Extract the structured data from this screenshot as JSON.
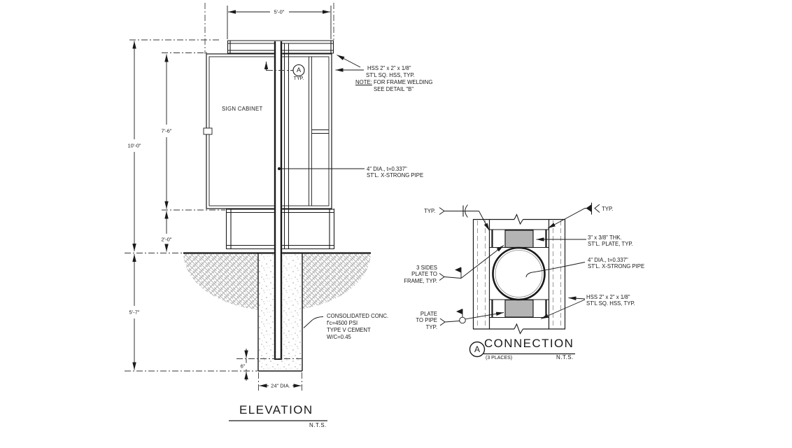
{
  "elevation": {
    "title": "ELEVATION",
    "scale": "N.T.S.",
    "sign_cabinet_label": "SIGN CABINET",
    "detail_marker": {
      "letter": "A",
      "note": "TYP."
    },
    "dims": {
      "frame_width": "5'-0\"",
      "overall_height": "10'-0\"",
      "cabinet_height": "7'-6\"",
      "base_height": "2'-0\"",
      "footing_depth": "5'-7\"",
      "pipe_gap": "6\"",
      "footing_diameter": "24\" DIA."
    },
    "callout_hss": {
      "line1": "HSS 2\" x 2\" x 1/8\"",
      "line2": "ST'L SQ. HSS, TYP.",
      "note_label": "NOTE:",
      "note_text": " FOR FRAME WELDING",
      "line4": "SEE DETAIL \"B\""
    },
    "callout_pipe": {
      "line1": "4\" DIA., t=0.337\"",
      "line2": "ST'L. X-STRONG PIPE"
    },
    "callout_concrete": {
      "line1": "CONSOLIDATED CONC.",
      "line2": "f'c=4500 PSI",
      "line3": "TYPE V CEMENT",
      "line4": "W/C=0.45"
    }
  },
  "connection": {
    "title": "CONNECTION",
    "marker_letter": "A",
    "places_note": "(3 PLACES)",
    "scale": "N.T.S.",
    "typ_left": "TYP.",
    "typ_right": "TYP.",
    "callout_plate": {
      "line1": "3\" x 3/8\" THK.",
      "line2": "ST'L. PLATE, TYP."
    },
    "callout_pipe": {
      "line1": "4\" DIA., t=0.337\"",
      "line2": "ST'L. X-STRONG PIPE"
    },
    "callout_hss": {
      "line1": "HSS 2\" x 2\" x 1/8\"",
      "line2": "ST'L SQ. HSS, TYP."
    },
    "weld_3sides": {
      "line1": "3 SIDES",
      "line2": "PLATE TO",
      "line3": "FRAME, TYP."
    },
    "weld_plate_pipe": {
      "line1": "PLATE",
      "line2": "TO PIPE",
      "line3": "TYP."
    }
  },
  "colors": {
    "line": "#1a1a1a",
    "hidden": "#9a9a9a",
    "plate_fill": "#b4b4b4",
    "hatch": "#b2b2b2"
  }
}
